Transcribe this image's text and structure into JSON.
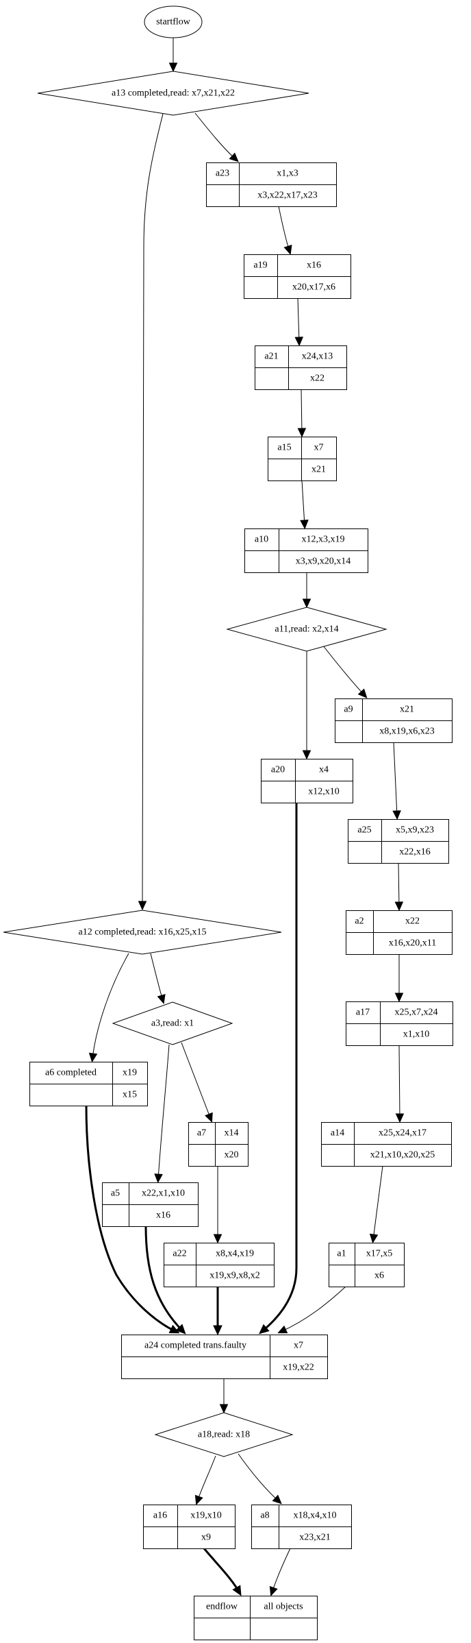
{
  "diagram": {
    "nodes": {
      "startflow": {
        "shape": "ellipse",
        "label": "startflow"
      },
      "d_a13": {
        "shape": "diamond",
        "label": "a13 completed,read: x7,x21,x22"
      },
      "a23": {
        "shape": "record",
        "name": "a23",
        "top": "x1,x3",
        "bottom": "x3,x22,x17,x23"
      },
      "a19": {
        "shape": "record",
        "name": "a19",
        "top": "x16",
        "bottom": "x20,x17,x6"
      },
      "a21": {
        "shape": "record",
        "name": "a21",
        "top": "x24,x13",
        "bottom": "x22"
      },
      "a15": {
        "shape": "record",
        "name": "a15",
        "top": "x7",
        "bottom": "x21"
      },
      "a10": {
        "shape": "record",
        "name": "a10",
        "top": "x12,x3,x19",
        "bottom": "x3,x9,x20,x14"
      },
      "d_a11": {
        "shape": "diamond",
        "label": "a11,read: x2,x14"
      },
      "a9": {
        "shape": "record",
        "name": "a9",
        "top": "x21",
        "bottom": "x8,x19,x6,x23"
      },
      "a20": {
        "shape": "record",
        "name": "a20",
        "top": "x4",
        "bottom": "x12,x10"
      },
      "a25": {
        "shape": "record",
        "name": "a25",
        "top": "x5,x9,x23",
        "bottom": "x22,x16"
      },
      "a2": {
        "shape": "record",
        "name": "a2",
        "top": "x22",
        "bottom": "x16,x20,x11"
      },
      "a17": {
        "shape": "record",
        "name": "a17",
        "top": "x25,x7,x24",
        "bottom": "x1,x10"
      },
      "a14": {
        "shape": "record",
        "name": "a14",
        "top": "x25,x24,x17",
        "bottom": "x21,x10,x20,x25"
      },
      "a1": {
        "shape": "record",
        "name": "a1",
        "top": "x17,x5",
        "bottom": "x6"
      },
      "d_a12": {
        "shape": "diamond",
        "label": "a12 completed,read: x16,x25,x15"
      },
      "d_a3": {
        "shape": "diamond",
        "label": "a3,read: x1"
      },
      "a6": {
        "shape": "record",
        "name": "a6 completed",
        "top": "x19",
        "bottom": "x15"
      },
      "a7": {
        "shape": "record",
        "name": "a7",
        "top": "x14",
        "bottom": "x20"
      },
      "a5": {
        "shape": "record",
        "name": "a5",
        "top": "x22,x1,x10",
        "bottom": "x16"
      },
      "a22": {
        "shape": "record",
        "name": "a22",
        "top": "x8,x4,x19",
        "bottom": "x19,x9,x8,x2"
      },
      "a24": {
        "shape": "record",
        "name": "a24 completed trans.faulty",
        "top": "x7",
        "bottom": "x19,x22"
      },
      "d_a18": {
        "shape": "diamond",
        "label": "a18,read: x18"
      },
      "a16": {
        "shape": "record",
        "name": "a16",
        "top": "x19,x10",
        "bottom": "x9"
      },
      "a8": {
        "shape": "record",
        "name": "a8",
        "top": "x18,x4,x10",
        "bottom": "x23,x21"
      },
      "endflow": {
        "shape": "record",
        "name": "endflow",
        "top": "all objects",
        "bottom": ""
      }
    },
    "edges": [
      {
        "from": "startflow",
        "to": "d_a13",
        "weight": "normal"
      },
      {
        "from": "d_a13",
        "to": "a23",
        "weight": "normal"
      },
      {
        "from": "d_a13",
        "to": "d_a12",
        "weight": "normal"
      },
      {
        "from": "a23",
        "to": "a19",
        "weight": "normal"
      },
      {
        "from": "a19",
        "to": "a21",
        "weight": "normal"
      },
      {
        "from": "a21",
        "to": "a15",
        "weight": "normal"
      },
      {
        "from": "a15",
        "to": "a10",
        "weight": "normal"
      },
      {
        "from": "a10",
        "to": "d_a11",
        "weight": "normal"
      },
      {
        "from": "d_a11",
        "to": "a20",
        "weight": "normal"
      },
      {
        "from": "d_a11",
        "to": "a9",
        "weight": "normal"
      },
      {
        "from": "a9",
        "to": "a25",
        "weight": "normal"
      },
      {
        "from": "a25",
        "to": "a2",
        "weight": "normal"
      },
      {
        "from": "a2",
        "to": "a17",
        "weight": "normal"
      },
      {
        "from": "a17",
        "to": "a14",
        "weight": "normal"
      },
      {
        "from": "a14",
        "to": "a1",
        "weight": "normal"
      },
      {
        "from": "d_a12",
        "to": "a6",
        "weight": "normal"
      },
      {
        "from": "d_a12",
        "to": "d_a3",
        "weight": "normal"
      },
      {
        "from": "d_a3",
        "to": "a5",
        "weight": "normal"
      },
      {
        "from": "d_a3",
        "to": "a7",
        "weight": "normal"
      },
      {
        "from": "a7",
        "to": "a22",
        "weight": "normal"
      },
      {
        "from": "a6",
        "to": "a24",
        "weight": "bold"
      },
      {
        "from": "a5",
        "to": "a24",
        "weight": "bold"
      },
      {
        "from": "a22",
        "to": "a24",
        "weight": "bold"
      },
      {
        "from": "a20",
        "to": "a24",
        "weight": "bold"
      },
      {
        "from": "a1",
        "to": "a24",
        "weight": "normal"
      },
      {
        "from": "a24",
        "to": "d_a18",
        "weight": "normal"
      },
      {
        "from": "d_a18",
        "to": "a16",
        "weight": "normal"
      },
      {
        "from": "d_a18",
        "to": "a8",
        "weight": "normal"
      },
      {
        "from": "a16",
        "to": "endflow",
        "weight": "bold"
      },
      {
        "from": "a8",
        "to": "endflow",
        "weight": "normal"
      }
    ]
  }
}
